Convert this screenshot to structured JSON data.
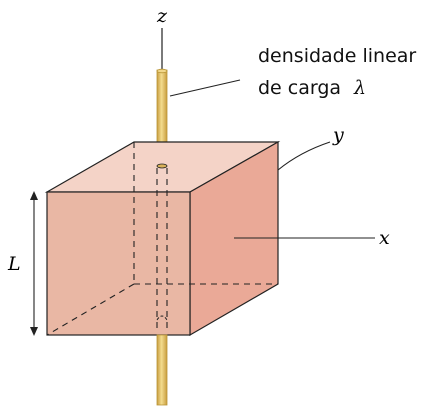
{
  "labels": {
    "z_axis": "z",
    "y_axis": "y",
    "x_axis": "x",
    "side_length": "L",
    "density_line1": "densidade linear",
    "density_line2": "de carga",
    "density_symbol": "λ"
  },
  "colors": {
    "cube_front": "#e9b7a4",
    "cube_top": "#f4d3c7",
    "cube_side": "#eaa997",
    "rod": "#e6c56b",
    "rod_edge": "#b99535",
    "line": "#222222"
  }
}
